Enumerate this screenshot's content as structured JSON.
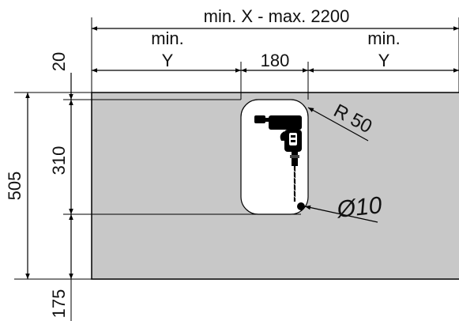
{
  "colors": {
    "panel_fill": "#c8c8c8",
    "panel_edge": "#000000",
    "cutout_fill": "#ffffff",
    "line": "#000000"
  },
  "labels": {
    "overall_width": "min. X - max. 2200",
    "left_min": "min.",
    "left_y": "Y",
    "center_width": "180",
    "right_min": "min.",
    "right_y": "Y",
    "top_offset": "20",
    "cutout_height": "310",
    "total_height": "505",
    "bottom_offset": "175",
    "radius": "R 50",
    "hole_diameter": "Ø10"
  },
  "icons": {
    "drill": "drill-icon"
  }
}
